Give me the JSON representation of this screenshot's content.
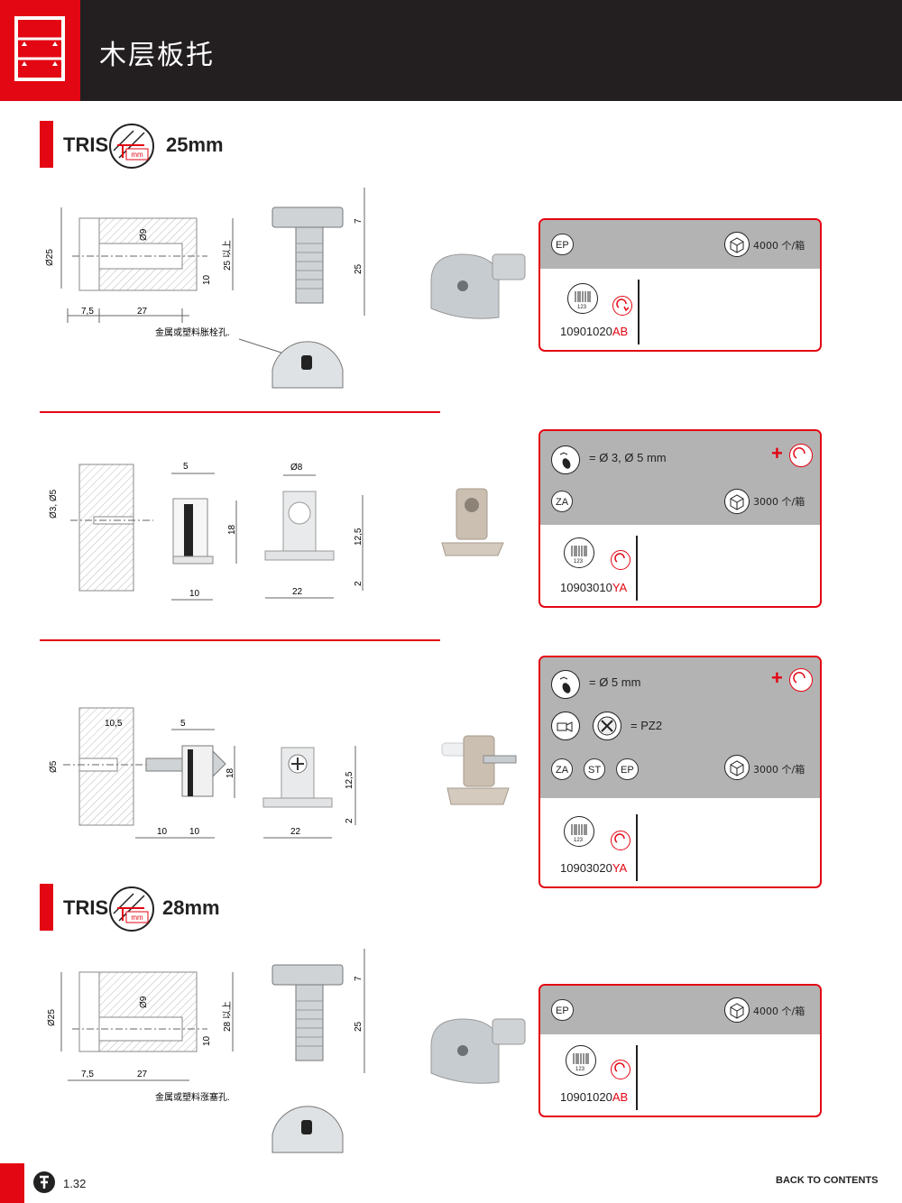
{
  "header": {
    "title": "木层板托"
  },
  "sections": [
    {
      "tris": "TRIS",
      "size": "25mm",
      "mm_label": "mm"
    },
    {
      "tris": "TRIS",
      "size": "28mm",
      "mm_label": "mm"
    }
  ],
  "drawing1": {
    "d25": "Ø25",
    "d9": "Ø9",
    "min25": "25 以上",
    "ten": "10",
    "seven5": "7,5",
    "twentyseven": "27",
    "seven": "7",
    "twentyfive": "25",
    "note": "金属或塑料胀栓孔."
  },
  "drawing2": {
    "d35": "Ø3, Ø5",
    "five": "5",
    "eighteen": "18",
    "ten": "10",
    "d8": "Ø8",
    "twelve5": "12,5",
    "two": "2",
    "twentytwo": "22"
  },
  "drawing3": {
    "ten5": "10,5",
    "five": "5",
    "d5": "Ø5",
    "eighteen": "18",
    "ten_a": "10",
    "ten_b": "10",
    "twelve5": "12,5",
    "two": "2",
    "twentytwo": "22"
  },
  "drawing4": {
    "d25": "Ø25",
    "d9": "Ø9",
    "min28": "28 以上",
    "ten": "10",
    "seven5": "7,5",
    "twentyseven": "27",
    "seven": "7",
    "twentyfive": "25",
    "note": "金属或塑料涨塞孔."
  },
  "cards": [
    {
      "finishes": [
        "EP"
      ],
      "qty": "4000 个/箱",
      "code": "10901020",
      "suffix": "AB",
      "barcode_num": "123"
    },
    {
      "drill": "= Ø 3, Ø 5 mm",
      "finishes": [
        "ZA"
      ],
      "qty": "3000 个/箱",
      "code": "10903010",
      "suffix": "YA",
      "barcode_num": "123"
    },
    {
      "drill": "= Ø 5 mm",
      "screw": "= PZ2",
      "finishes": [
        "ZA",
        "ST",
        "EP"
      ],
      "qty": "3000 个/箱",
      "code": "10903020",
      "suffix": "YA",
      "barcode_num": "123"
    },
    {
      "finishes": [
        "EP"
      ],
      "qty": "4000 个/箱",
      "code": "10901020",
      "suffix": "AB",
      "barcode_num": "123"
    }
  ],
  "footer": {
    "page": "1.32",
    "back": "BACK TO CONTENTS"
  },
  "colors": {
    "accent": "#e30613",
    "header_bg": "#231f20",
    "card_top": "#b3b3b3"
  }
}
